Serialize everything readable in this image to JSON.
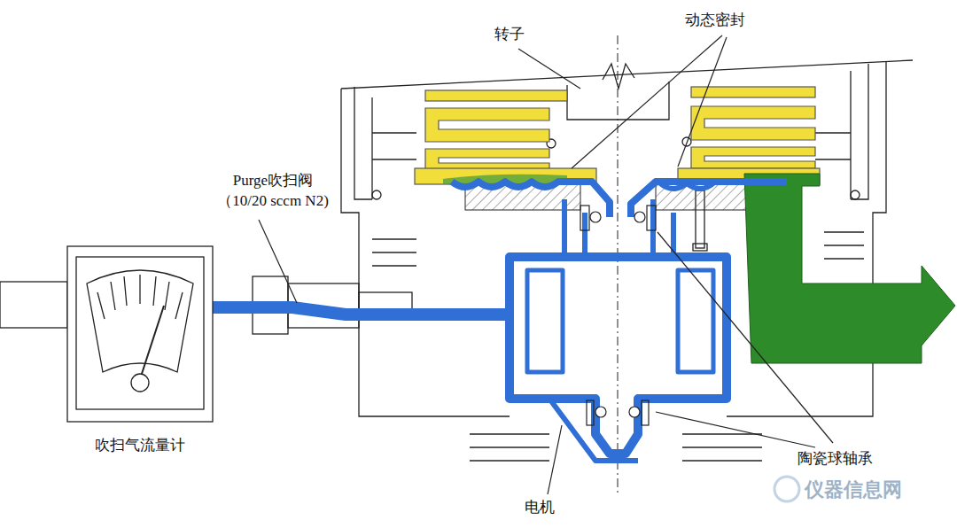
{
  "diagram": {
    "labels": [
      "转子",
      "动态密封",
      "Purge吹扫阀 （10/20 sccm N2)",
      "吹扫气流量计",
      "陶瓷球轴承",
      "电机",
      "仪器信息网"
    ]
  }
}
